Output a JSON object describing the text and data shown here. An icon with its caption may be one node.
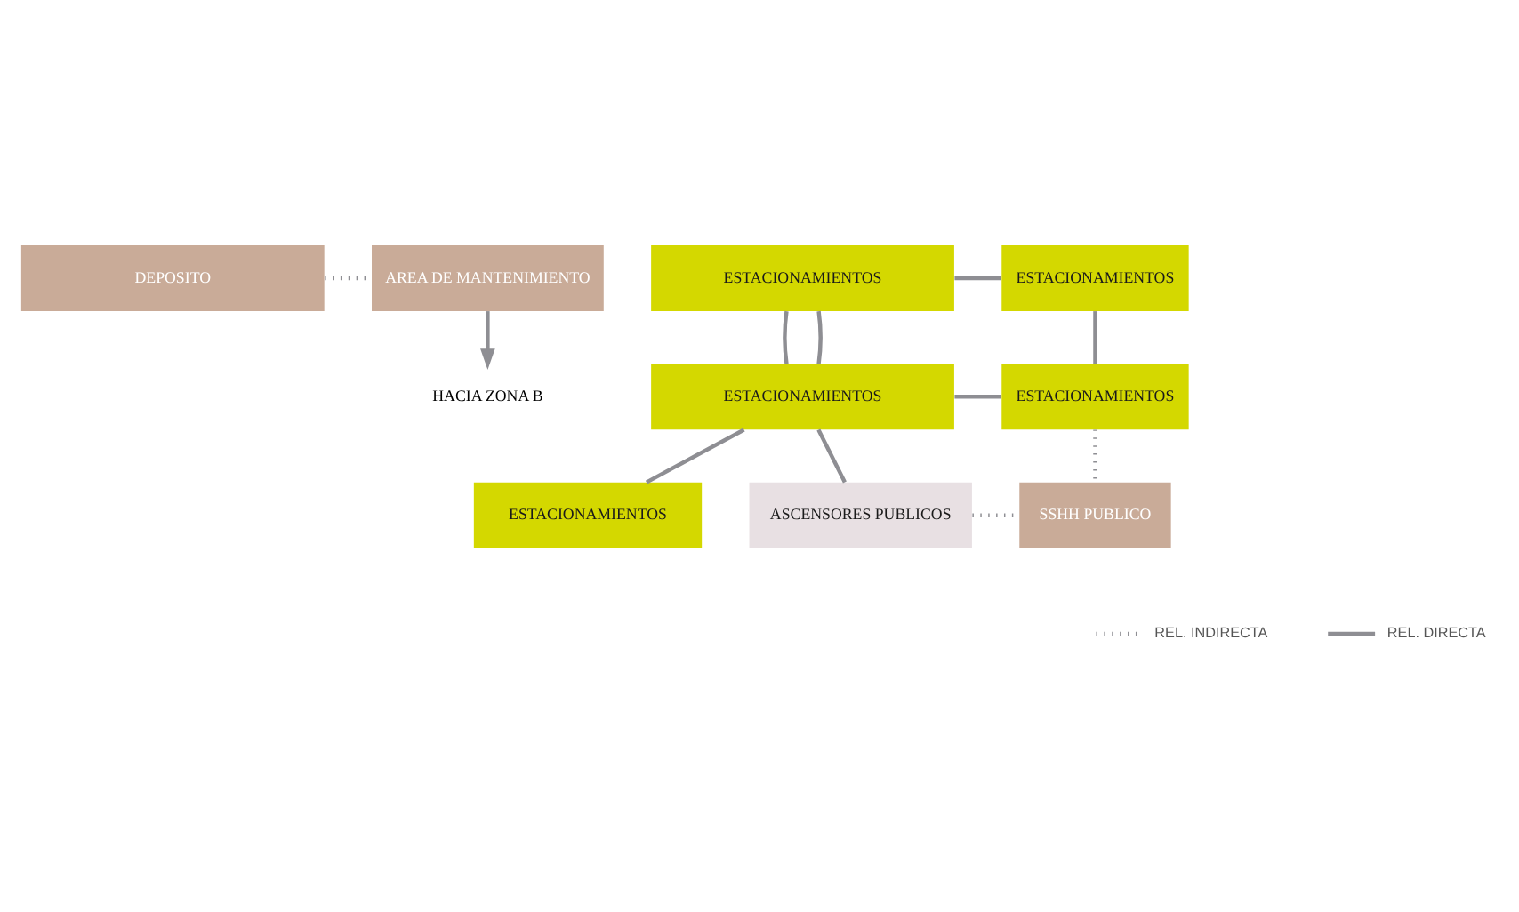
{
  "diagram": {
    "nodes": [
      {
        "text": [
          "DEPOSITO"
        ]
      },
      {
        "text": [
          "AREA DE MANTENIMIENTO"
        ]
      },
      {
        "text": [
          "ESTACIONAMIENTOS"
        ]
      },
      {
        "text": [
          "ESTACIONAMIENTOS"
        ]
      },
      {
        "text": [
          "ESTACIONAMIENTOS"
        ]
      },
      {
        "text": [
          "ESTACIONAMIENTOS"
        ]
      },
      {
        "text": [
          "ESTACIONAMIENTOS"
        ]
      },
      {
        "text": [
          "ASCENSORES PUBLICOS"
        ]
      },
      {
        "text": [
          "SSHH PUBLICO"
        ]
      },
      {
        "text": [
          "HACIA ZONA B"
        ]
      }
    ],
    "edges": [
      {
        "from": 0,
        "to": 1,
        "arrow": "none",
        "style": "dashed"
      },
      {
        "from": 1,
        "to": 9,
        "arrow": "to"
      },
      {
        "from": 2,
        "to": 3,
        "arrow": "none"
      },
      {
        "from": 2,
        "to": 4,
        "arrow": "none"
      },
      {
        "from": 2,
        "to": 4,
        "arrow": "none"
      },
      {
        "from": 3,
        "to": 5,
        "arrow": "none"
      },
      {
        "from": 4,
        "to": 5,
        "arrow": "none"
      },
      {
        "from": 4,
        "to": 6,
        "arrow": "none"
      },
      {
        "from": 4,
        "to": 7,
        "arrow": "none"
      },
      {
        "from": 7,
        "to": 8,
        "arrow": "none",
        "style": "dashed"
      },
      {
        "from": 5,
        "to": 8,
        "arrow": "none",
        "style": "dashed"
      }
    ],
    "legend": [
      {
        "text": "REL. INDIRECTA"
      },
      {
        "text": "REL. DIRECTA"
      }
    ]
  }
}
